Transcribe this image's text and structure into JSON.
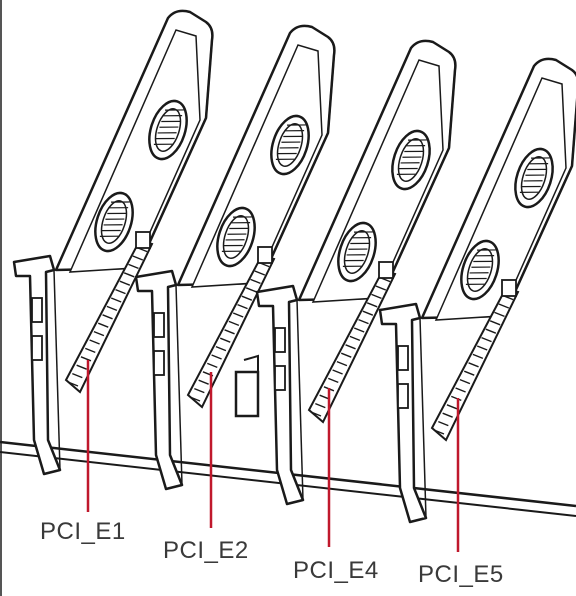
{
  "slots": [
    {
      "label": "PCI_E1"
    },
    {
      "label": "PCI_E2"
    },
    {
      "label": "PCI_E4"
    },
    {
      "label": "PCI_E5"
    }
  ],
  "colors": {
    "outline": "#1a1a1a",
    "leader_line": "#c0182c",
    "label_text": "#3a3a3a",
    "background": "#ffffff"
  }
}
